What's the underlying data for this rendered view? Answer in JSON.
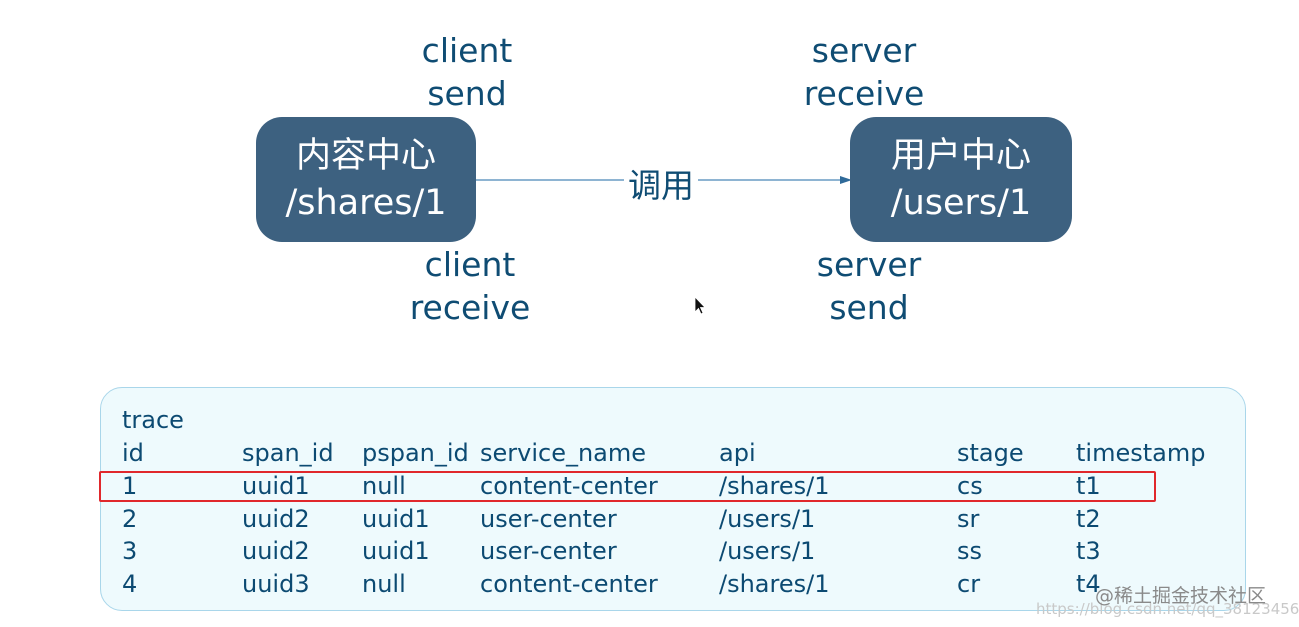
{
  "diagram": {
    "labels": {
      "client_send": [
        "client",
        "send"
      ],
      "server_receive": [
        "server",
        "receive"
      ],
      "client_receive": [
        "client",
        "receive"
      ],
      "server_send": [
        "server",
        "send"
      ]
    },
    "nodes": {
      "content_center": [
        "内容中心",
        "/shares/1"
      ],
      "user_center": [
        "用户中心",
        "/users/1"
      ]
    },
    "edge_label": "调用"
  },
  "table": {
    "headers": {
      "trace_id": [
        "trace",
        "id"
      ],
      "span_id": "span_id",
      "pspan_id": "pspan_id",
      "service_name": "service_name",
      "api": "api",
      "stage": "stage",
      "timestamp": "timestamp"
    },
    "rows": [
      {
        "trace_id": "1",
        "span_id": "uuid1",
        "pspan_id": "null",
        "service_name": "content-center",
        "api": "/shares/1",
        "stage": "cs",
        "timestamp": "t1"
      },
      {
        "trace_id": "2",
        "span_id": "uuid2",
        "pspan_id": "uuid1",
        "service_name": "user-center",
        "api": "/users/1",
        "stage": "sr",
        "timestamp": "t2"
      },
      {
        "trace_id": "3",
        "span_id": "uuid2",
        "pspan_id": "uuid1",
        "service_name": "user-center",
        "api": "/users/1",
        "stage": "ss",
        "timestamp": "t3"
      },
      {
        "trace_id": "4",
        "span_id": "uuid3",
        "pspan_id": "null",
        "service_name": "content-center",
        "api": "/shares/1",
        "stage": "cr",
        "timestamp": "t4"
      }
    ]
  },
  "watermark": {
    "text": "@稀土掘金技术社区",
    "url": "https://blog.csdn.net/qq_38123456"
  },
  "colors": {
    "node_fill": "#3d6180",
    "text": "#0f4c73",
    "table_bg": "#eefafd",
    "highlight": "#e0282c"
  }
}
